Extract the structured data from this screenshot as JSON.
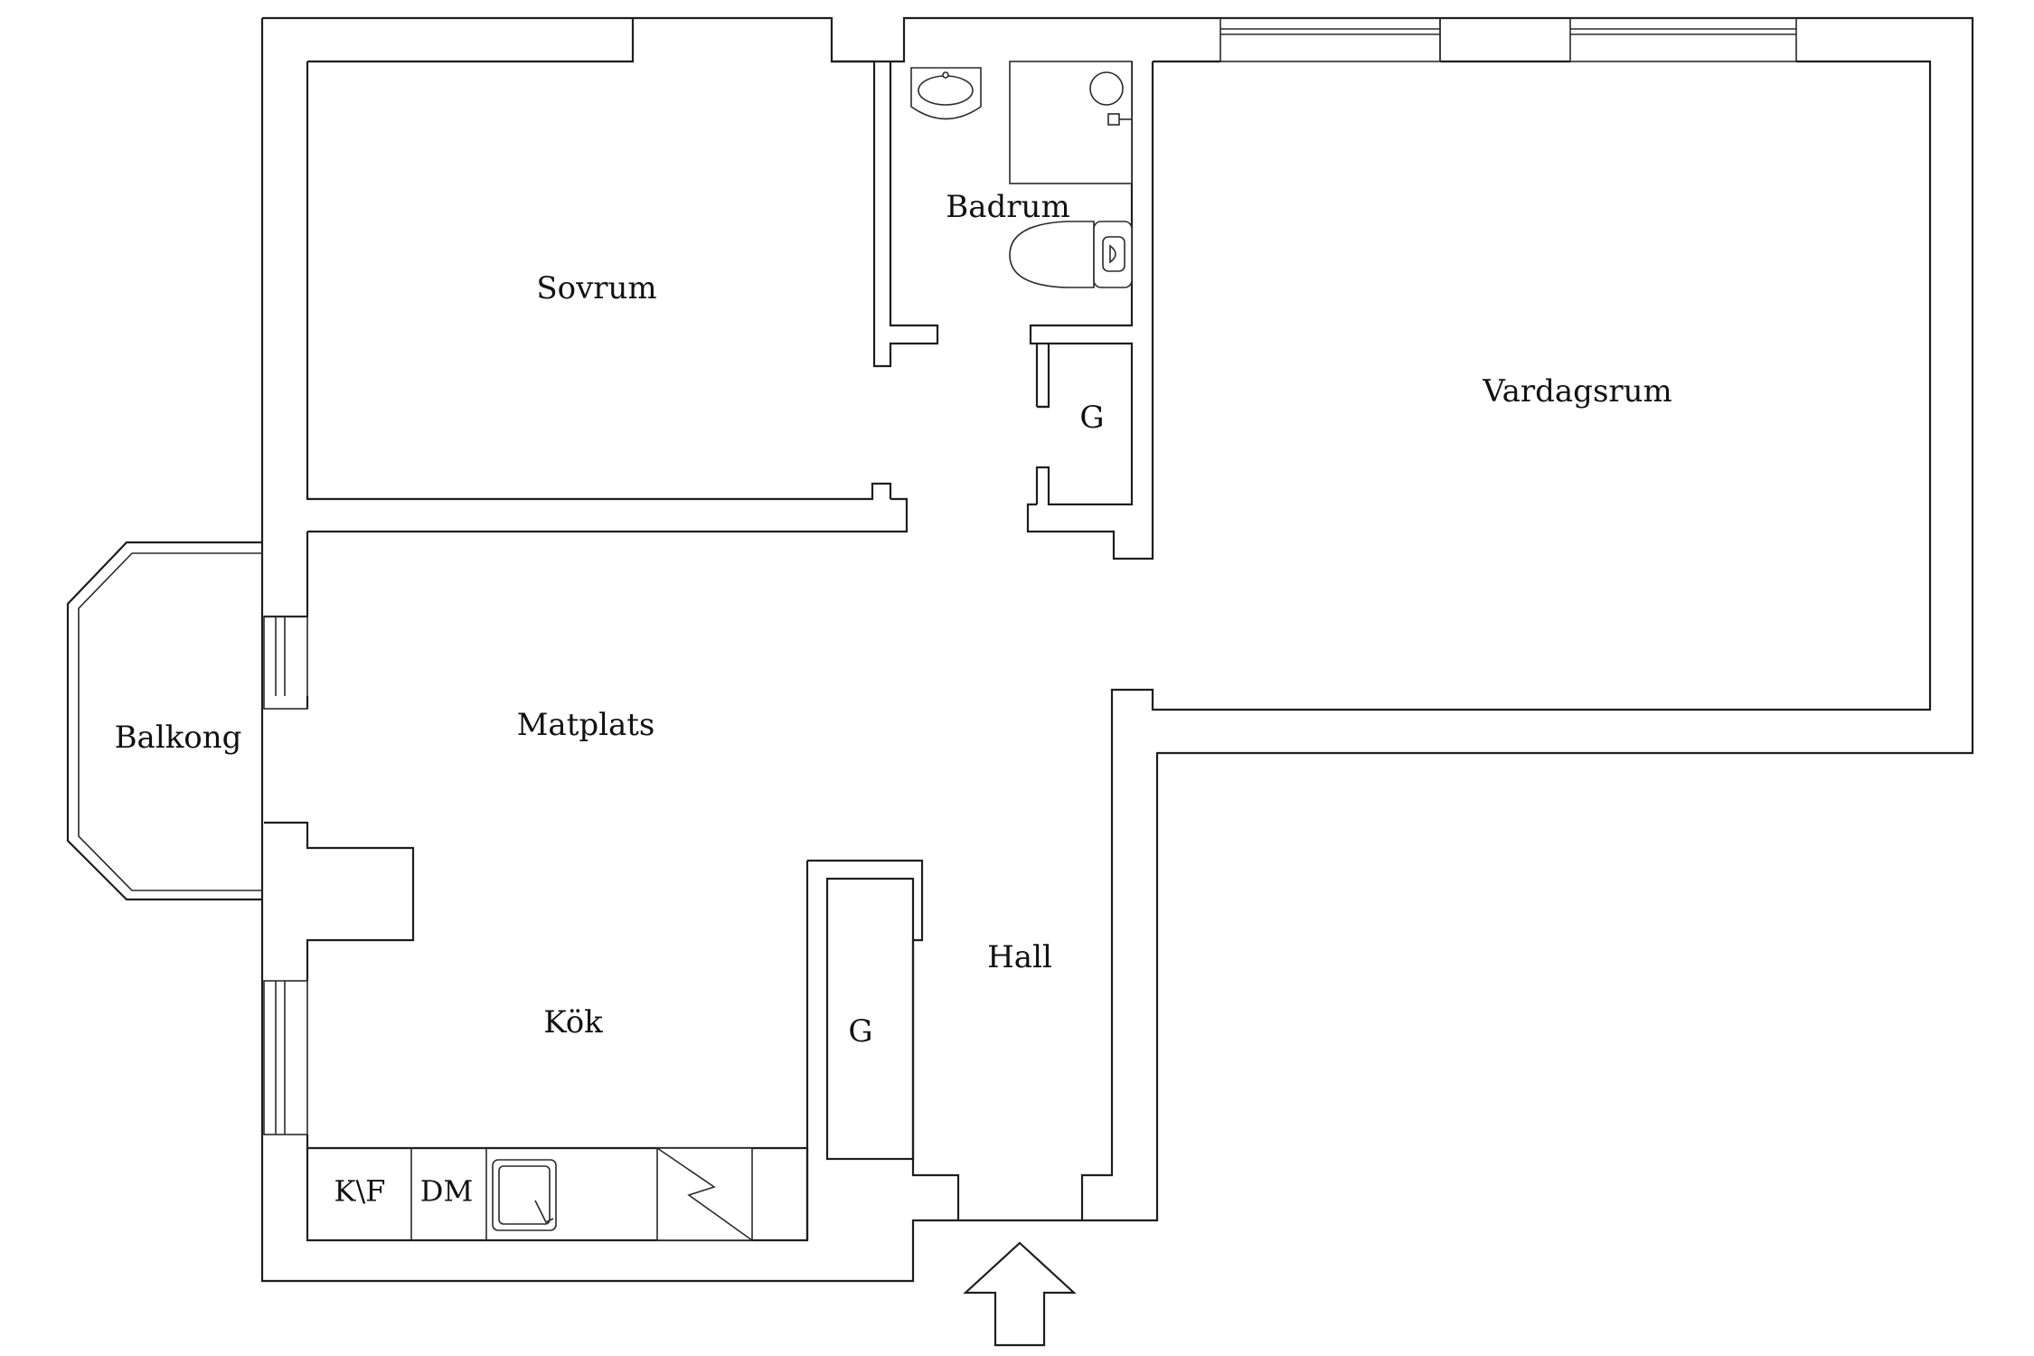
{
  "plan": {
    "rooms": {
      "sovrum": "Sovrum",
      "badrum": "Badrum",
      "vardagsrum": "Vardagsrum",
      "matplats": "Matplats",
      "balkong": "Balkong",
      "kok": "Kök",
      "hall": "Hall",
      "garderob_top": "G",
      "garderob_hall": "G"
    },
    "appliances": {
      "kyl_frys": "K\\F",
      "diskmaskin": "DM"
    },
    "entrance_arrow": "entrance-arrow"
  }
}
